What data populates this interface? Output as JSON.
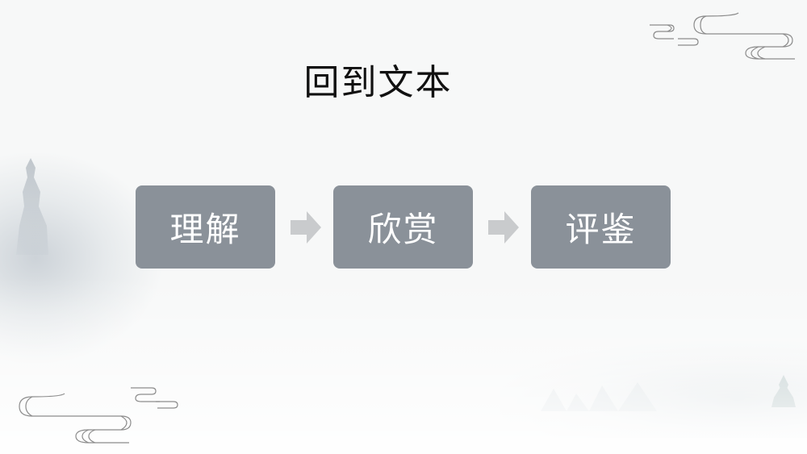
{
  "slide": {
    "title": "回到文本",
    "steps": [
      {
        "label": "理解"
      },
      {
        "label": "欣赏"
      },
      {
        "label": "评鉴"
      }
    ],
    "colors": {
      "box_fill": "#8a9199",
      "box_text": "#ffffff",
      "arrow_fill": "#c9cbcd",
      "title_text": "#111111",
      "cloud_stroke": "#8c8c8c"
    }
  }
}
